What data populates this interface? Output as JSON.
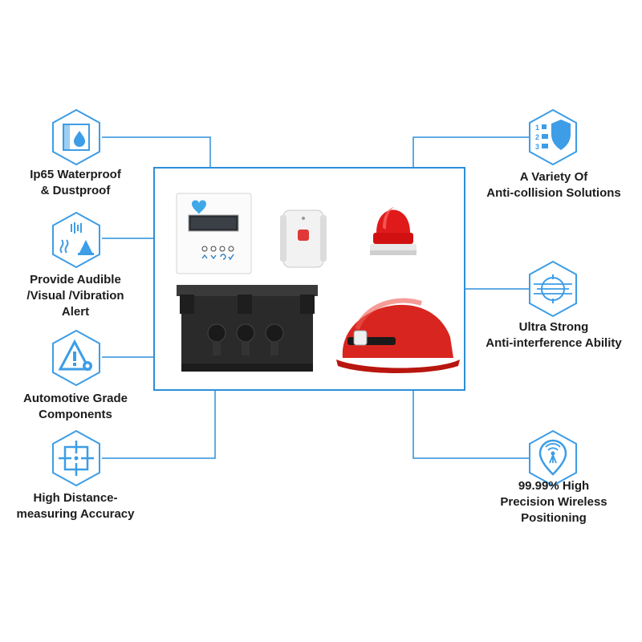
{
  "colors": {
    "accent": "#2d8fdb",
    "icon_fill": "#3d9de6",
    "text": "#1c1c1c"
  },
  "features_left": [
    {
      "icon": "waterproof-icon",
      "lines": [
        "Ip65 Waterproof",
        "& Dustproof"
      ]
    },
    {
      "icon": "alert-icon",
      "lines": [
        "Provide Audible",
        "/Visual /Vibration",
        "Alert"
      ]
    },
    {
      "icon": "warning-gear-icon",
      "lines": [
        "Automotive Grade",
        "Components"
      ]
    },
    {
      "icon": "crosshair-icon",
      "lines": [
        "High Distance-",
        "measuring Accuracy"
      ]
    }
  ],
  "features_right": [
    {
      "icon": "shield-list-icon",
      "lines": [
        "A Variety Of",
        "Anti-collision Solutions"
      ]
    },
    {
      "icon": "interference-icon",
      "lines": [
        "Ultra Strong",
        "Anti-interference Ability"
      ]
    },
    {
      "icon": "location-pin-icon",
      "lines": [
        "99.99% High",
        "Precision Wireless",
        "Positioning"
      ]
    }
  ],
  "products": [
    "control-panel",
    "tag-device",
    "red-beacon-light",
    "black-junction-box",
    "red-safety-helmet"
  ]
}
